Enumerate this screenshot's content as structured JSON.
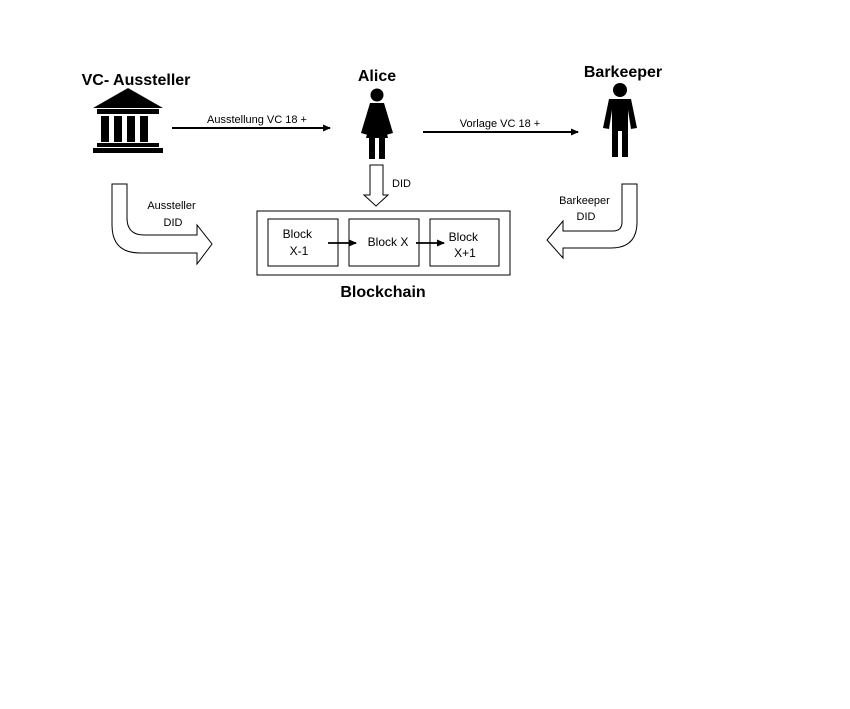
{
  "actors": {
    "issuer": {
      "label": "VC- Aussteller",
      "icon": "bank-building-icon"
    },
    "holder": {
      "label": "Alice",
      "icon": "woman-figure-icon"
    },
    "verifier": {
      "label": "Barkeeper",
      "icon": "man-figure-icon"
    }
  },
  "edges": {
    "issuance": "Ausstellung VC 18 +",
    "presentation": "Vorlage VC 18 +",
    "holder_did": "DID",
    "issuer_did": [
      "Aussteller",
      "DID"
    ],
    "verifier_did": [
      "Barkeeper",
      "DID"
    ]
  },
  "blockchain": {
    "label": "Blockchain",
    "blocks": [
      {
        "lines": [
          "Block",
          "X-1"
        ]
      },
      {
        "lines": [
          "Block X"
        ]
      },
      {
        "lines": [
          "Block",
          "X+1"
        ]
      }
    ]
  },
  "colors": {
    "ink": "#000000",
    "background": "#ffffff"
  }
}
